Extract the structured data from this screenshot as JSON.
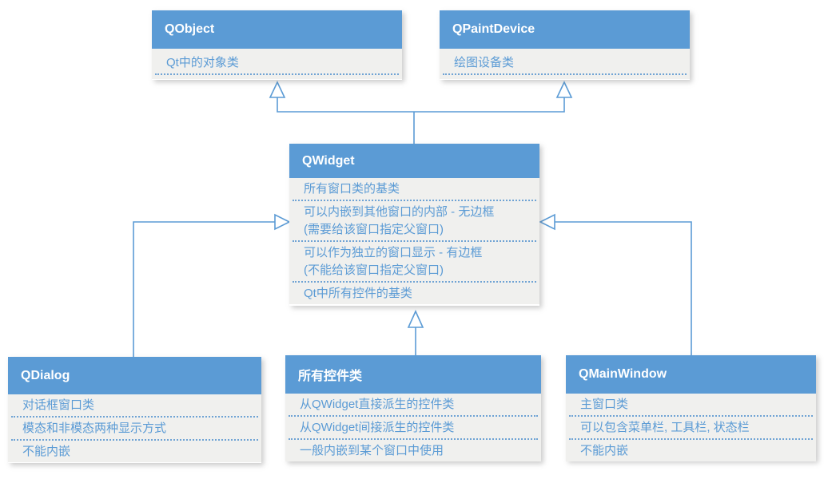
{
  "diagram": {
    "boxes": {
      "qobject": {
        "title": "QObject",
        "rows": [
          "Qt中的对象类"
        ]
      },
      "qpaintdevice": {
        "title": "QPaintDevice",
        "rows": [
          "绘图设备类"
        ]
      },
      "qwidget": {
        "title": "QWidget",
        "rows": [
          "所有窗口类的基类",
          "可以内嵌到其他窗口的内部 - 无边框\n(需要给该窗口指定父窗口)",
          "可以作为独立的窗口显示 - 有边框\n(不能给该窗口指定父窗口)",
          "Qt中所有控件的基类"
        ]
      },
      "qdialog": {
        "title": "QDialog",
        "rows": [
          "对话框窗口类",
          "模态和非模态两种显示方式",
          "不能内嵌"
        ]
      },
      "all_widgets": {
        "title": "所有控件类",
        "rows": [
          "从QWidget直接派生的控件类",
          "从QWidget间接派生的控件类",
          "一般内嵌到某个窗口中使用"
        ]
      },
      "qmainwindow": {
        "title": "QMainWindow",
        "rows": [
          "主窗口类",
          "可以包含菜单栏, 工具栏, 状态栏",
          "不能内嵌"
        ]
      }
    },
    "relations": [
      {
        "from": "QWidget",
        "to": "QObject",
        "type": "inheritance"
      },
      {
        "from": "QWidget",
        "to": "QPaintDevice",
        "type": "inheritance"
      },
      {
        "from": "QDialog",
        "to": "QWidget",
        "type": "inheritance"
      },
      {
        "from": "所有控件类",
        "to": "QWidget",
        "type": "inheritance"
      },
      {
        "from": "QMainWindow",
        "to": "QWidget",
        "type": "inheritance"
      }
    ],
    "colors": {
      "header": "#5B9BD5",
      "body_bg": "#F0F0EE",
      "text": "#5B9BD5",
      "divider": "#6FA3D4",
      "connector": "#5B9BD5"
    }
  }
}
